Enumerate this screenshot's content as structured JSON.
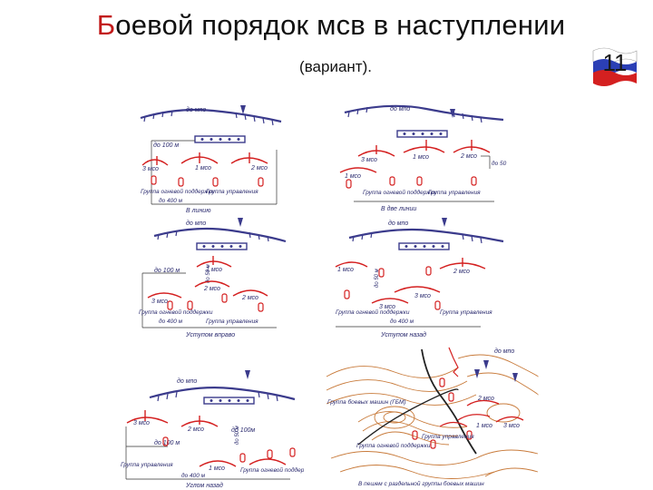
{
  "slide": {
    "title_first_letter": "Б",
    "title_rest": "оевой порядок мсв в наступлении",
    "subtitle": "(вариант).",
    "slide_number": "11"
  },
  "colors": {
    "title_letter": "#c21a1a",
    "enemy_line": "#3b3b8c",
    "unit_marks": "#d42020",
    "flag_white": "#ffffff",
    "flag_blue": "#2b3fb5",
    "flag_red": "#d42020"
  },
  "panels": [
    {
      "id": "panel-1",
      "labels": {
        "top": "до мпо",
        "dist1": "до 100 м",
        "u3": "3 мсо",
        "u1": "1 мсо",
        "u2": "2 мсо",
        "fire": "Группа огневой поддержки",
        "fire_dist": "до 400 м",
        "ctrl": "Группа управления",
        "caption": "В линию"
      }
    },
    {
      "id": "panel-2",
      "labels": {
        "top": "до мпо",
        "u3": "3 мсо",
        "u1": "1 мсо",
        "u2": "2 мсо",
        "side": "до 50 м",
        "u1b": "1 мсо",
        "fire": "Группа огневой поддержки",
        "ctrl": "Группа управления",
        "caption": "В две линии"
      }
    },
    {
      "id": "panel-3",
      "labels": {
        "top": "до мпо",
        "dist1": "до 100 м",
        "side": "до 50 м",
        "u1": "1 мсо",
        "u2": "2 мсо",
        "u3": "3 мсо",
        "u2b": "2 мсо",
        "fire": "Группа огневой поддержки",
        "fire_dist": "до 400 м",
        "ctrl": "Группа управления",
        "caption": "Уступом вправо"
      }
    },
    {
      "id": "panel-4",
      "labels": {
        "top": "до мпо",
        "u1": "1 мсо",
        "side": "до 50 м",
        "u2": "2 мсо",
        "u3": "3 мсо",
        "u3b": "3 мсо",
        "fire": "Группа огневой поддержки",
        "fire_dist": "до 400 м",
        "ctrl": "Группа управления",
        "caption": "Уступом назад"
      }
    },
    {
      "id": "panel-5",
      "labels": {
        "top": "до мпо",
        "u3": "3 мсо",
        "u2": "2 мсо",
        "dist1": "до 100 м",
        "side": "до 50 м",
        "dist2": "до 100м",
        "u1": "1 мсо",
        "ctrl": "Группа управления",
        "fire": "Группа огневой поддержки",
        "fire_dist": "до 400 м",
        "caption": "Углом назад"
      }
    },
    {
      "id": "panel-6",
      "labels": {
        "top": "до мпо",
        "rgbm": "Группа боевых машин (ГБМ)",
        "u2": "2 мсо",
        "u1": "1 мсо",
        "u3": "3 мсо",
        "fire": "Группа огневой поддержки",
        "ctrl": "Группа управления",
        "caption": "В пешем с раздельной группы боевых машин"
      }
    }
  ]
}
